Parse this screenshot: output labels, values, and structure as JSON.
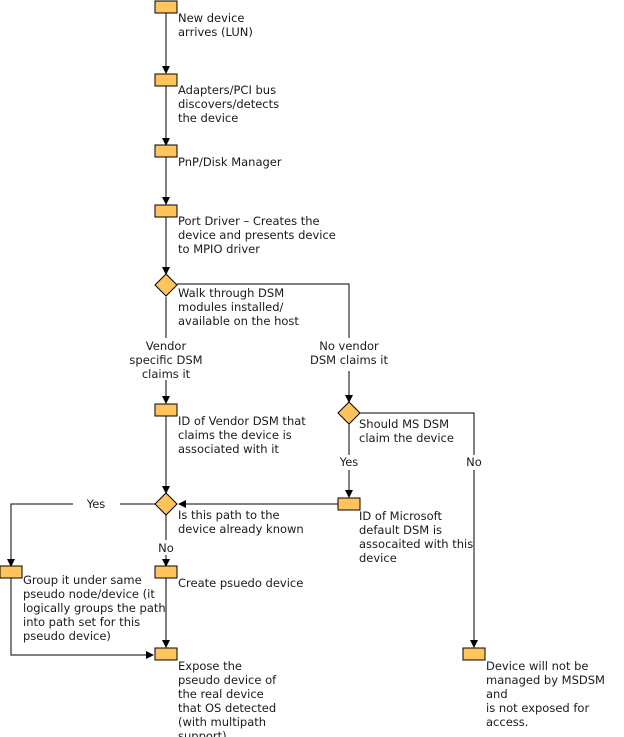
{
  "colors": {
    "node_fill": "#FFC55C",
    "node_stroke": "#000000",
    "line": "#000000"
  },
  "nodes": {
    "new_device": "New device\narrives (LUN)",
    "adapters": "Adapters/PCI bus\ndiscovers/detects\nthe device",
    "pnp": "PnP/Disk Manager",
    "port_driver": "Port Driver – Creates the\ndevice and presents device\nto MPIO driver",
    "walk_dsm": "Walk through DSM\nmodules installed/\navailable on the host",
    "vendor_dsm_id": "ID of Vendor DSM that\nclaims the device is\nassociated with it",
    "should_ms_dsm": "Should MS DSM\nclaim the device",
    "ms_dsm_id": "ID of Microsoft\ndefault DSM is\nassocaited with this\ndevice",
    "path_known": "Is this path to the\ndevice already known",
    "group_it": "Group it under same\npseudo node/device (it\nlogically groups the path\ninto path set for this\npseudo device)",
    "create_pseudo": "Create psuedo device",
    "expose_pseudo": "Expose the\npseudo device of\nthe real device\nthat OS detected\n(with multipath\nsupport)",
    "not_managed": "Device will not be\nmanaged by MSDSM and\nis not exposed for access."
  },
  "edge_labels": {
    "vendor_specific": "Vendor\nspecific DSM\nclaims it",
    "no_vendor": "No vendor\nDSM claims it",
    "yes_ms": "Yes",
    "no_ms": "No",
    "yes_known": "Yes",
    "no_known": "No"
  }
}
